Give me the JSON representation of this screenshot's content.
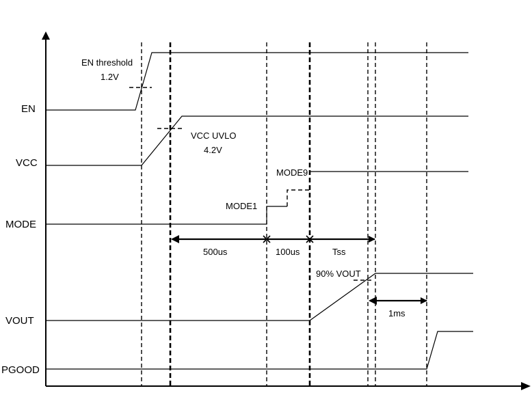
{
  "signals": {
    "en": "EN",
    "vcc": "VCC",
    "mode": "MODE",
    "vout": "VOUT",
    "pgood": "PGOOD"
  },
  "annotations": {
    "en_threshold_title": "EN threshold",
    "en_threshold_value": "1.2V",
    "vcc_uvlo_title": "VCC UVLO",
    "vcc_uvlo_value": "4.2V",
    "mode1": "MODE1",
    "mode9": "MODE9",
    "vout_90": "90% VOUT"
  },
  "intervals": {
    "t500": "500us",
    "t100": "100us",
    "tss": "Tss",
    "t1ms": "1ms"
  }
}
